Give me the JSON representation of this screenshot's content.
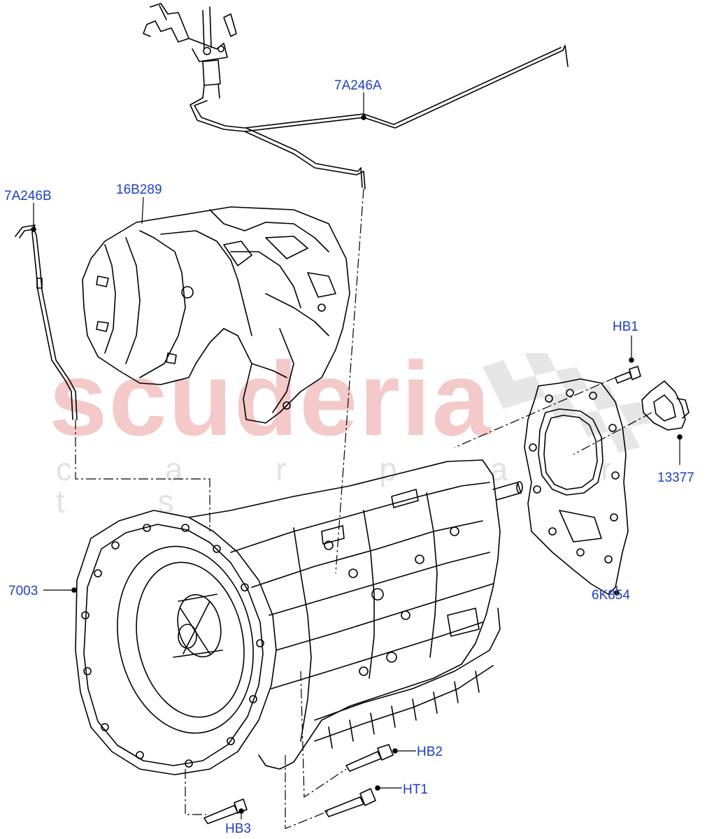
{
  "watermark": {
    "brand": "scuderia",
    "tagline": "c a r p a r t s"
  },
  "callouts": [
    {
      "id": "7A246A",
      "label": "7A246A"
    },
    {
      "id": "7A246B",
      "label": "7A246B"
    },
    {
      "id": "16B289",
      "label": "16B289"
    },
    {
      "id": "HB1",
      "label": "HB1"
    },
    {
      "id": "13377",
      "label": "13377"
    },
    {
      "id": "6K854",
      "label": "6K854"
    },
    {
      "id": "7003",
      "label": "7003"
    },
    {
      "id": "HB2",
      "label": "HB2"
    },
    {
      "id": "HT1",
      "label": "HT1"
    },
    {
      "id": "HB3",
      "label": "HB3"
    }
  ],
  "colors": {
    "label": "#1f3fbf",
    "line": "#000000",
    "watermark_red": "#f4c9c9",
    "watermark_grey": "#e2e2e2"
  }
}
